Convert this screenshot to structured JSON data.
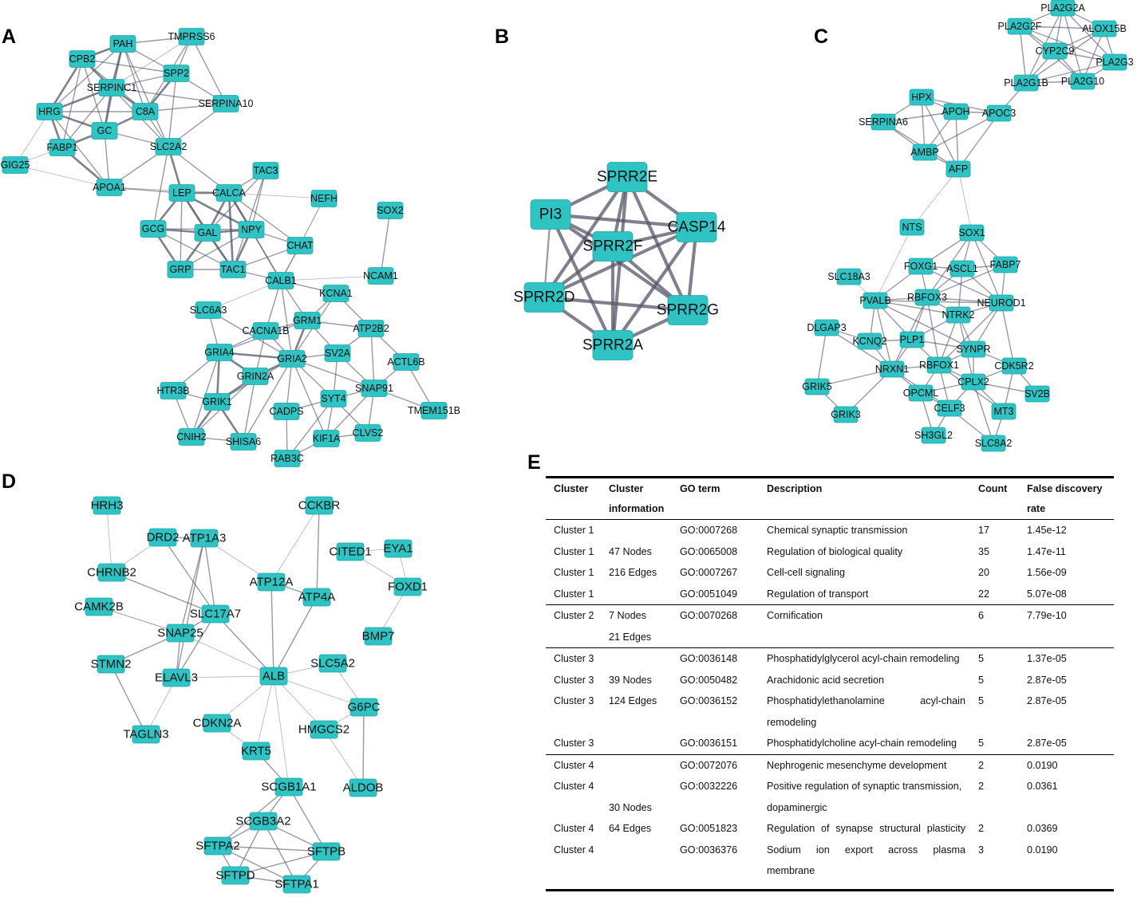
{
  "panel_labels": [
    "A",
    "B",
    "C",
    "D",
    "E"
  ],
  "colors": {
    "node_fill": "#2fc3c3",
    "node_stroke": "#1aa8a8",
    "edge": "#55556a",
    "text": "#111111"
  },
  "network_a": {
    "nodes": [
      "PAH",
      "TMPRSS6",
      "CPB2",
      "SPP2",
      "SERPINC1",
      "C8A",
      "SERPINA10",
      "HRG",
      "GC",
      "FABP1",
      "SLC2A2",
      "GIG25",
      "APOA1",
      "TAC3",
      "LEP",
      "CALCA",
      "NEFH",
      "SOX2",
      "GCG",
      "GAL",
      "NPY",
      "CHAT",
      "GRP",
      "TAC1",
      "CALB1",
      "NCAM1",
      "SLC6A3",
      "KCNA1",
      "GRM1",
      "ATP2B2",
      "CACNA1B",
      "GRIA4",
      "GRIA2",
      "SV2A",
      "ACTL6B",
      "GRIN2A",
      "HTR3B",
      "SNAP91",
      "GRIK1",
      "SYT4",
      "CADPS",
      "TMEM151B",
      "CNIH2",
      "SHISA6",
      "KIF1A",
      "CLVS2",
      "RAB3C"
    ]
  },
  "network_b": {
    "nodes": [
      "SPRR2E",
      "PI3",
      "CASP14",
      "SPRR2F",
      "SPRR2D",
      "SPRR2G",
      "SPRR2A"
    ]
  },
  "network_c": {
    "nodes": [
      "PLA2G2A",
      "PLA2G2F",
      "ALOX15B",
      "CYP2C9",
      "PLA2G3",
      "PLA2G1B",
      "PLA2G10",
      "HPX",
      "APOH",
      "APOC3",
      "SERPINA6",
      "AMBP",
      "AFP",
      "NTS",
      "SOX1",
      "FOXG1",
      "ASCL1",
      "FABP7",
      "SLC18A3",
      "PVALB",
      "RBFOX3",
      "NEUROD1",
      "NTRK2",
      "DLGAP3",
      "KCNQ2",
      "PLP1",
      "SYNPR",
      "RBFOX1",
      "CDK5R2",
      "NRXN1",
      "CPLX2",
      "GRIK5",
      "OPCML",
      "SV2B",
      "CELF3",
      "MT3",
      "GRIK3",
      "SH3GL2",
      "SLC8A2"
    ]
  },
  "network_d": {
    "nodes": [
      "HRH3",
      "CCKBR",
      "DRD2",
      "ATP1A3",
      "EYA1",
      "CITED1",
      "CHRNB2",
      "ATP12A",
      "FOXD1",
      "CAMK2B",
      "SLC17A7",
      "ATP4A",
      "SNAP25",
      "BMP7",
      "STMN2",
      "ELAVL3",
      "ALB",
      "SLC5A2",
      "G6PC",
      "TAGLN3",
      "CDKN2A",
      "HMGCS2",
      "KRT5",
      "SCGB1A1",
      "ALDOB",
      "SCGB3A2",
      "SFTPA2",
      "SFTPB",
      "SFTPD",
      "SFTPA1"
    ]
  },
  "table": {
    "headers": [
      "Cluster",
      "Cluster information",
      "GO term",
      "Description",
      "Count",
      "False discovery rate"
    ],
    "rows": [
      {
        "cluster": "Cluster 1",
        "info": "",
        "go": "GO:0007268",
        "desc": "Chemical synaptic transmission",
        "count": "17",
        "fdr": "1.45e-12"
      },
      {
        "cluster": "Cluster 1",
        "info": "47 Nodes",
        "go": "GO:0065008",
        "desc": "Regulation of biological quality",
        "count": "35",
        "fdr": "1.47e-11"
      },
      {
        "cluster": "Cluster 1",
        "info": "216 Edges",
        "go": "GO:0007267",
        "desc": "Cell-cell signaling",
        "count": "20",
        "fdr": "1.56e-09"
      },
      {
        "cluster": "Cluster 1",
        "info": "",
        "go": "GO:0051049",
        "desc": "Regulation of transport",
        "count": "22",
        "fdr": "5.07e-08"
      },
      {
        "cluster": "Cluster 2",
        "info": "7 Nodes",
        "go": "GO:0070268",
        "desc": "Cornification",
        "count": "6",
        "fdr": "7.79e-10"
      },
      {
        "cluster": "",
        "info": "21 Edges",
        "go": "",
        "desc": "",
        "count": "",
        "fdr": ""
      },
      {
        "cluster": "Cluster 3",
        "info": "",
        "go": "GO:0036148",
        "desc": "Phosphatidylglycerol acyl-chain remodeling",
        "count": "5",
        "fdr": "1.37e-05"
      },
      {
        "cluster": "Cluster 3",
        "info": "39 Nodes",
        "go": "GO:0050482",
        "desc": "Arachidonic acid secretion",
        "count": "5",
        "fdr": "2.87e-05"
      },
      {
        "cluster": "Cluster 3",
        "info": "124 Edges",
        "go": "GO:0036152",
        "desc": "Phosphatidylethanolamine acyl-chain",
        "count": "5",
        "fdr": "2.87e-05"
      },
      {
        "cluster": "",
        "info": "",
        "go": "",
        "desc": "remodeling",
        "count": "",
        "fdr": ""
      },
      {
        "cluster": "Cluster 3",
        "info": "",
        "go": "GO:0036151",
        "desc": "Phosphatidylcholine acyl-chain remodeling",
        "count": "5",
        "fdr": "2.87e-05"
      },
      {
        "cluster": "Cluster 4",
        "info": "",
        "go": "GO:0072076",
        "desc": "Nephrogenic mesenchyme development",
        "count": "2",
        "fdr": "0.0190"
      },
      {
        "cluster": "Cluster 4",
        "info": "",
        "go": "GO:0032226",
        "desc": "Positive regulation of synaptic transmission,",
        "count": "2",
        "fdr": "0.0361"
      },
      {
        "cluster": "",
        "info": "30 Nodes",
        "go": "",
        "desc": "dopaminergic",
        "count": "",
        "fdr": ""
      },
      {
        "cluster": "Cluster 4",
        "info": "64 Edges",
        "go": "GO:0051823",
        "desc": "Regulation of synapse structural plasticity",
        "count": "2",
        "fdr": "0.0369"
      },
      {
        "cluster": "Cluster 4",
        "info": "",
        "go": "GO:0036376",
        "desc": "Sodium ion export across plasma",
        "count": "3",
        "fdr": "0.0190"
      },
      {
        "cluster": "",
        "info": "",
        "go": "",
        "desc": "membrane",
        "count": "",
        "fdr": ""
      }
    ]
  }
}
